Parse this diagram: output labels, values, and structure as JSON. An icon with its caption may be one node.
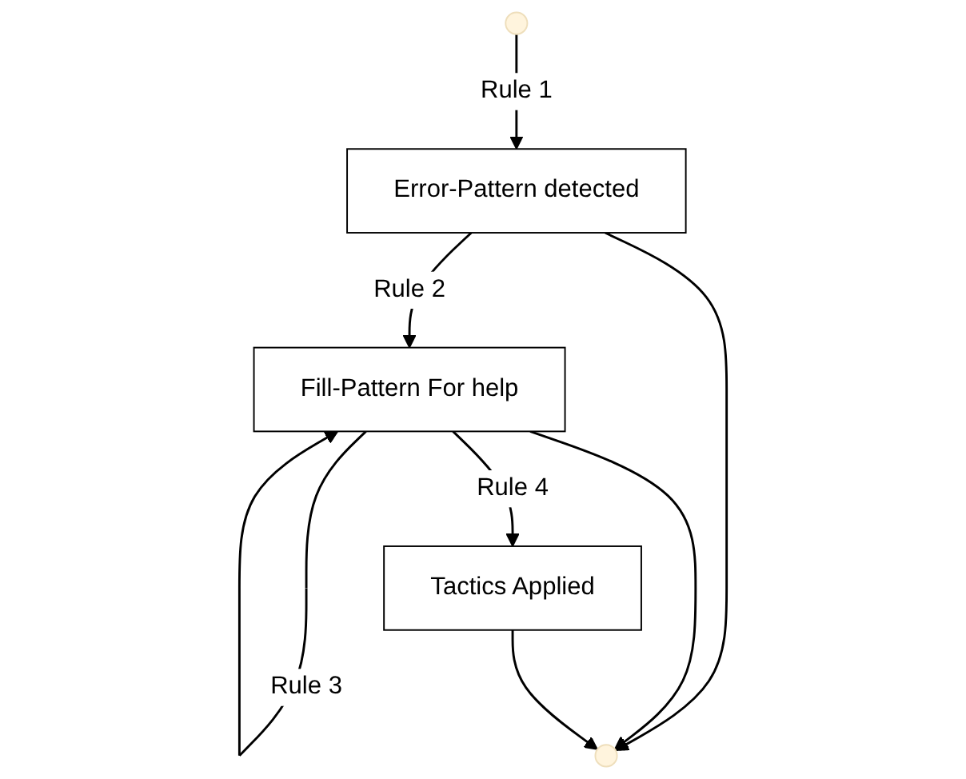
{
  "diagram": {
    "nodes": [
      {
        "text": [],
        "shape": "circle"
      },
      {
        "text": [
          "Error-Pattern detected"
        ]
      },
      {
        "text": [
          "Fill-Pattern For help"
        ]
      },
      {
        "text": [
          "Tactics Applied"
        ]
      },
      {
        "text": [],
        "shape": "circle"
      }
    ],
    "edges": [
      {
        "from": 0,
        "to": 1,
        "label": "Rule 1",
        "arrow": "to"
      },
      {
        "from": 1,
        "to": 2,
        "label": "Rule 2",
        "arrow": "to"
      },
      {
        "from": 2,
        "to": 2,
        "label": "Rule 3",
        "arrow": "to"
      },
      {
        "from": 2,
        "to": 3,
        "label": "Rule 4",
        "arrow": "to"
      },
      {
        "from": 1,
        "to": 4,
        "arrow": "to"
      },
      {
        "from": 2,
        "to": 4,
        "arrow": "to"
      },
      {
        "from": 3,
        "to": 4,
        "arrow": "to"
      }
    ]
  }
}
